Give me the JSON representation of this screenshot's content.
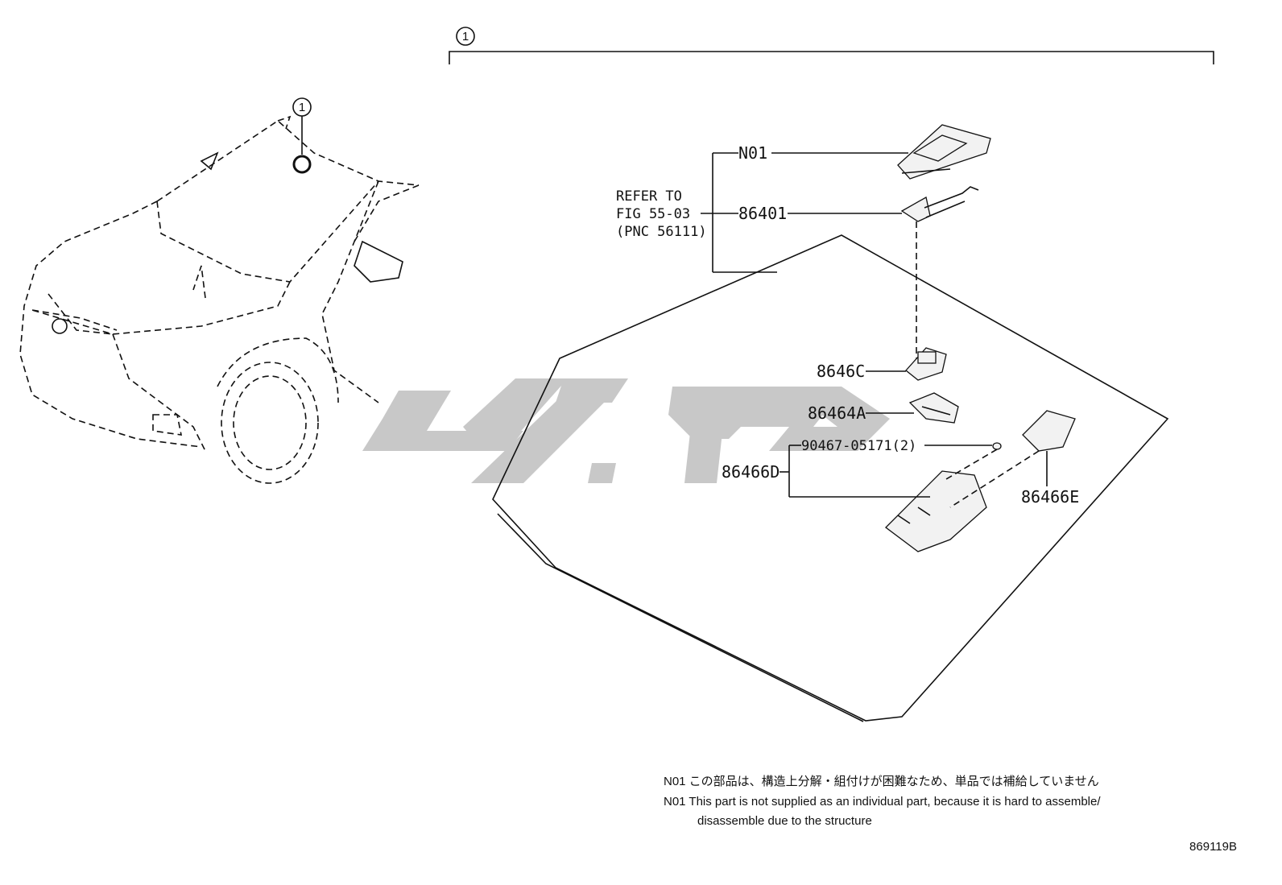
{
  "callout_number": "1",
  "bracket_number": "1",
  "refer": {
    "line1": "REFER TO",
    "line2": "FIG 55-03",
    "line3": "(PNC 56111)"
  },
  "parts": {
    "n01": "N01",
    "p86401": "86401",
    "p8646c": "8646C",
    "p86464a": "86464A",
    "p90467": "90467-05171(2)",
    "p86466d": "86466D",
    "p86466e": "86466E"
  },
  "notes": {
    "jp": "N01 この部品は、構造上分解・組付けが困難なため、単品では補給していません",
    "en1": "N01 This part is not supplied as an individual part, because it is hard to assemble/",
    "en2": "disassemble due to the structure"
  },
  "diagram_ref": "869119B",
  "watermark_color": "#c8c8c8"
}
